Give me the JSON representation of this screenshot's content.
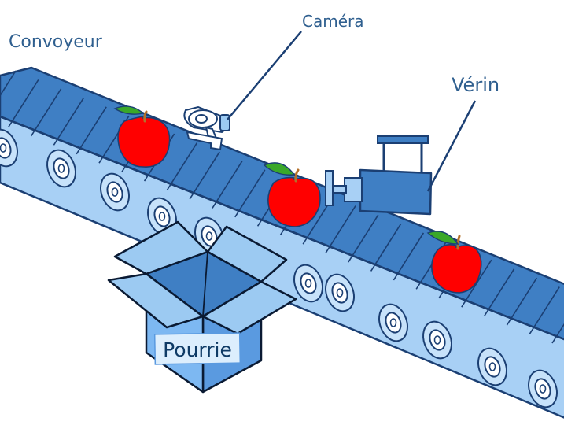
{
  "labels": {
    "conveyor": "Convoyeur",
    "camera": "Caméra",
    "actuator": "Vérin",
    "bin": "Pourrie"
  },
  "colors": {
    "belt_dark": "#3f7fc4",
    "belt_light": "#9ccaf2",
    "outline": "#1b3f73",
    "apple": "#ff0000",
    "leaf": "#3aa82a",
    "box": "#7db8f2",
    "label_text": "#2f5f8f"
  },
  "icons": {
    "camera": "webcam-icon",
    "actuator": "piston-cylinder-icon",
    "bin": "open-cardboard-box-icon",
    "apple": "apple-icon"
  }
}
